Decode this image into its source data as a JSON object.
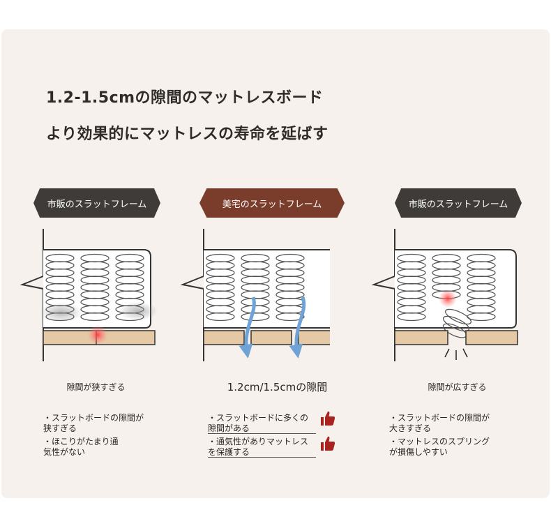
{
  "headline": {
    "line1": "1.2-1.5cmの隙間のマットレスボード",
    "line2": "より効果的にマットレスの寿命を延ばす"
  },
  "panels": [
    {
      "tag": "市販のスラットフレーム",
      "caption": "隙間が狭すぎる",
      "bullets": [
        "・スラットボードの隙間が\n狭すぎる",
        "・ほこりがたまり通\n気性がない"
      ]
    },
    {
      "tag": "美宅のスラットフレーム",
      "caption": "1.2cm/1.5cmの隙間",
      "bullets": [
        "・スラットボードに多くの\n隙間がある",
        "・通気性がありマットレス\nを保護する"
      ]
    },
    {
      "tag": "市販のスラットフレーム",
      "caption": "隙間が広すぎる",
      "bullets": [
        "・スラットボードの隙間が\n大きすぎる",
        "・マットレスのスプリング\nが損傷しやすい"
      ]
    }
  ],
  "icons": {
    "good": "thumbs-up-icon"
  },
  "colors": {
    "dark_tag": "#3e3b38",
    "brand_tag": "#7b3d2b",
    "slat": "#e5c9a4",
    "arrow": "#6fa3d8",
    "thumb": "#a8231f"
  }
}
